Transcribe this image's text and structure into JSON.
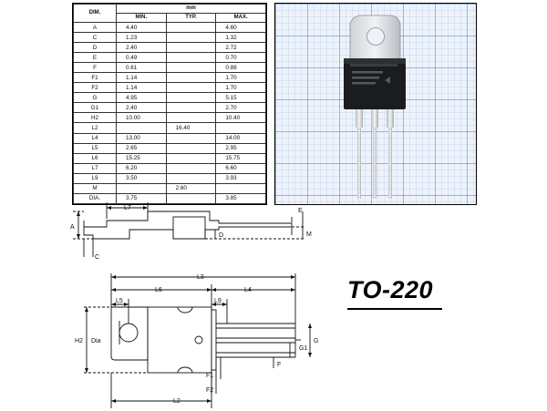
{
  "table": {
    "header_dim": "DIM.",
    "header_unit": "mm",
    "header_min": "MIN.",
    "header_typ": "TYP.",
    "header_max": "MAX.",
    "rows": [
      {
        "dim": "A",
        "min": "4.40",
        "typ": "",
        "max": "4.60"
      },
      {
        "dim": "C",
        "min": "1.23",
        "typ": "",
        "max": "1.32"
      },
      {
        "dim": "D",
        "min": "2.40",
        "typ": "",
        "max": "2.72"
      },
      {
        "dim": "E",
        "min": "0.49",
        "typ": "",
        "max": "0.70"
      },
      {
        "dim": "F",
        "min": "0.61",
        "typ": "",
        "max": "0.88"
      },
      {
        "dim": "F1",
        "min": "1.14",
        "typ": "",
        "max": "1.70"
      },
      {
        "dim": "F2",
        "min": "1.14",
        "typ": "",
        "max": "1.70"
      },
      {
        "dim": "G",
        "min": "4.95",
        "typ": "",
        "max": "5.15"
      },
      {
        "dim": "G1",
        "min": "2.40",
        "typ": "",
        "max": "2.70"
      },
      {
        "dim": "H2",
        "min": "10.00",
        "typ": "",
        "max": "10.40"
      },
      {
        "dim": "L2",
        "min": "",
        "typ": "16.40",
        "max": ""
      },
      {
        "dim": "L4",
        "min": "13.00",
        "typ": "",
        "max": "14.00"
      },
      {
        "dim": "L5",
        "min": "2.65",
        "typ": "",
        "max": "2.95"
      },
      {
        "dim": "L6",
        "min": "15.25",
        "typ": "",
        "max": "15.75"
      },
      {
        "dim": "L7",
        "min": "6.20",
        "typ": "",
        "max": "6.60"
      },
      {
        "dim": "L9",
        "min": "3.50",
        "typ": "",
        "max": "3.93"
      },
      {
        "dim": "M",
        "min": "",
        "typ": "2.60",
        "max": ""
      },
      {
        "dim": "DIA.",
        "min": "3.75",
        "typ": "",
        "max": "3.85"
      }
    ]
  },
  "labels": {
    "A": "A",
    "C": "C",
    "D": "D",
    "E": "E",
    "M": "M",
    "L7": "L7",
    "L3": "L3",
    "L6": "L6",
    "L4": "L4",
    "L5": "L5",
    "L9": "L9",
    "H2": "H2",
    "Dia": "Dia",
    "G": "G",
    "G1": "G1",
    "F": "F",
    "F1": "F1",
    "F2": "F2",
    "L2": "L2"
  },
  "package_title": "TO-220"
}
